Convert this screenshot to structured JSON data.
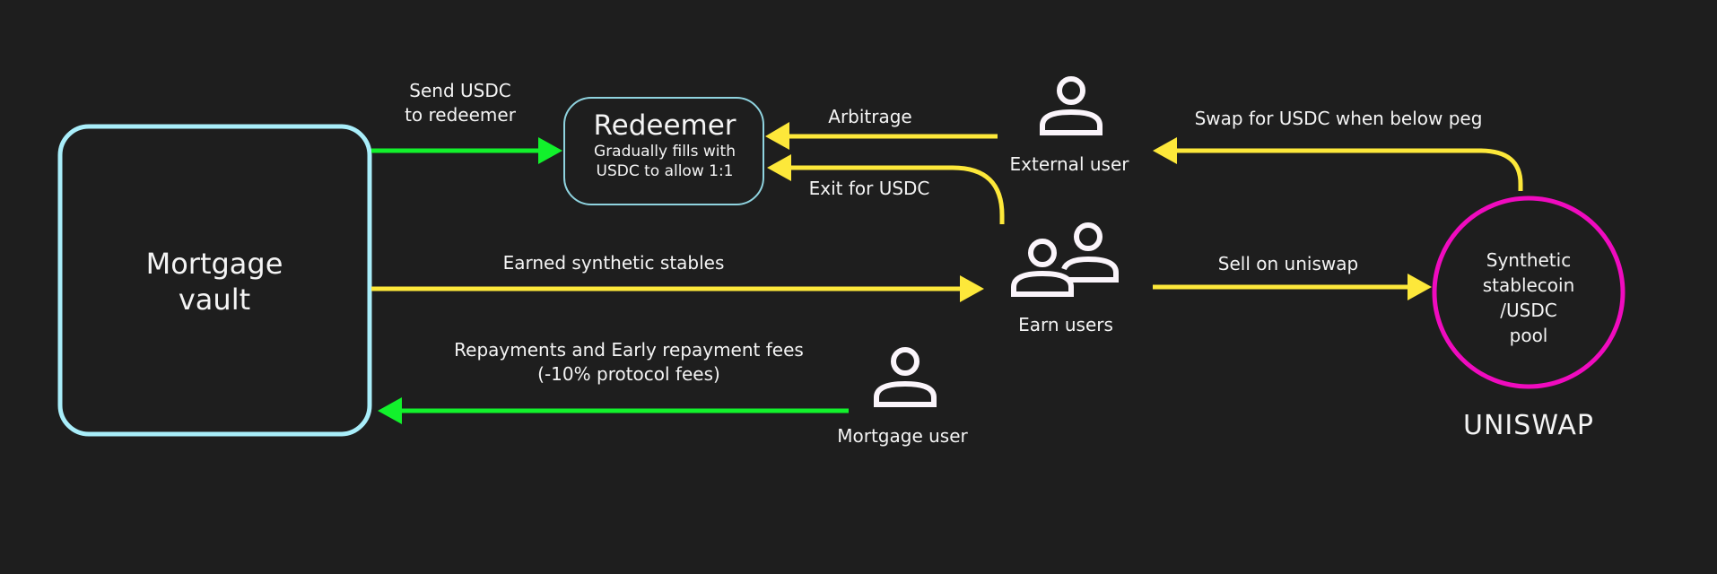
{
  "colors": {
    "background": "#1e1e1e",
    "vault_border": "#a9eefa",
    "redeemer_border": "#8fd3df",
    "green_flow": "#12f12c",
    "yellow_flow": "#fde83a",
    "pool_border": "#f00bbf",
    "icon": "#fbf5fb",
    "text": "#f4f4f4"
  },
  "nodes": {
    "mortgage_vault": {
      "line1": "Mortgage",
      "line2": "vault"
    },
    "redeemer": {
      "title": "Redeemer",
      "subtitle_line1": "Gradually fills with",
      "subtitle_line2": "USDC to allow 1:1"
    },
    "external_user": {
      "label": "External user",
      "icon": "person-icon"
    },
    "earn_users": {
      "label": "Earn users",
      "icon": "people-icon"
    },
    "mortgage_user": {
      "label": "Mortgage user",
      "icon": "person-icon"
    },
    "pool": {
      "line1": "Synthetic",
      "line2": "stablecoin",
      "line3": "/USDC",
      "line4": "pool"
    },
    "uniswap": {
      "label": "UNISWAP"
    }
  },
  "edges": {
    "send_usdc": {
      "line1": "Send USDC",
      "line2": "to redeemer",
      "from": "Mortgage vault",
      "to": "Redeemer"
    },
    "arbitrage": {
      "label": "Arbitrage",
      "from": "External user",
      "to": "Redeemer"
    },
    "exit_usdc": {
      "label": "Exit for USDC",
      "from": "Earn users",
      "to": "Redeemer"
    },
    "swap_below_peg": {
      "label": "Swap for USDC when below peg",
      "from": "Pool",
      "to": "External user"
    },
    "earned_synthetic": {
      "label": "Earned synthetic stables",
      "from": "Mortgage vault",
      "to": "Earn users"
    },
    "sell_uniswap": {
      "label": "Sell on uniswap",
      "from": "Earn users",
      "to": "Pool"
    },
    "repayments": {
      "line1": "Repayments and Early repayment fees",
      "line2": "(-10% protocol fees)",
      "from": "Mortgage user",
      "to": "Mortgage vault"
    }
  }
}
